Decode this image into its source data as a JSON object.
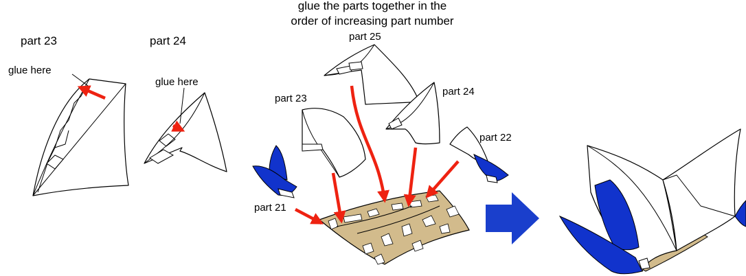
{
  "heading_line1": "glue the parts together in the",
  "heading_line2": "order of increasing part number",
  "left_step": {
    "part_a_label": "part 23",
    "part_b_label": "part 24",
    "glue_a_label": "glue here",
    "glue_b_label": "glue here"
  },
  "assembly": {
    "part25_label": "part 25",
    "part23_label": "part 23",
    "part24_label": "part 24",
    "part22_label": "part 22",
    "part21_label": "part 21"
  },
  "colors": {
    "arrow_red": "#ee2211",
    "shell_blue": "#1133cc",
    "base_tan": "#d2bb8c",
    "big_arrow_blue": "#1a3fcc",
    "outline": "#000000"
  },
  "icons": {
    "next_step": "big-right-arrow-icon",
    "glue_pointer": "red-arrow-icon"
  }
}
